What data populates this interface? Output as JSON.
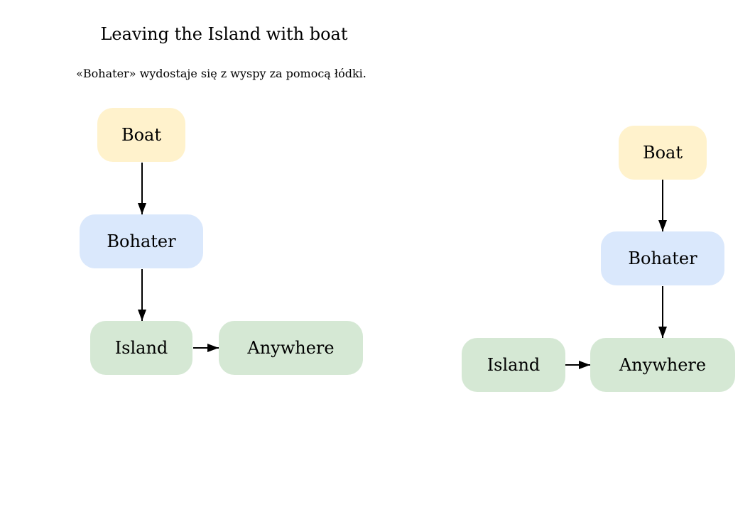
{
  "title": "Leaving the Island with boat",
  "subtitle": "«Bohater» wydostaje się z wyspy za pomocą łódki.",
  "colors": {
    "object_fill": "#fff2cc",
    "actor_fill": "#dae8fc",
    "place_fill": "#d5e8d4",
    "edge": "#000000"
  },
  "diagrams": [
    {
      "nodes": {
        "boat": "Boat",
        "bohater": "Bohater",
        "island": "Island",
        "anywhere": "Anywhere"
      },
      "edges": [
        [
          "Boat",
          "Bohater"
        ],
        [
          "Bohater",
          "Island"
        ],
        [
          "Island",
          "Anywhere"
        ]
      ]
    },
    {
      "nodes": {
        "boat": "Boat",
        "bohater": "Bohater",
        "island": "Island",
        "anywhere": "Anywhere"
      },
      "edges": [
        [
          "Boat",
          "Bohater"
        ],
        [
          "Bohater",
          "Anywhere"
        ],
        [
          "Island",
          "Anywhere"
        ]
      ]
    }
  ]
}
